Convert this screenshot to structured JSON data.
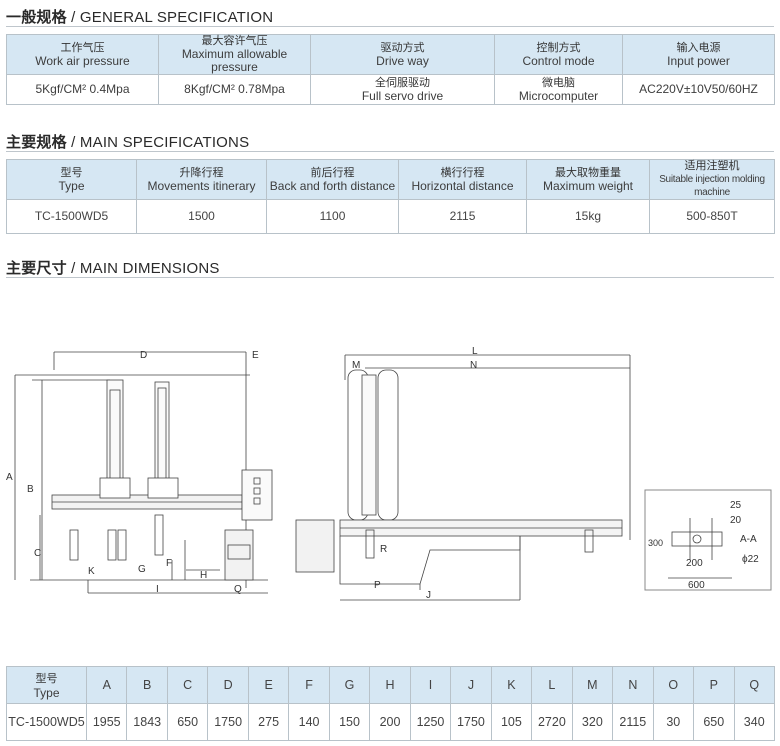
{
  "general": {
    "title_cn": "一般规格",
    "title_en": " / GENERAL SPECIFICATION",
    "headers": [
      {
        "cn": "工作气压",
        "en": "Work air pressure"
      },
      {
        "cn": "最大容许气压",
        "en": "Maximum allowable pressure"
      },
      {
        "cn": "驱动方式",
        "en": "Drive way"
      },
      {
        "cn": "控制方式",
        "en": "Control mode"
      },
      {
        "cn": "输入电源",
        "en": "Input power"
      }
    ],
    "values": [
      {
        "a": "5Kgf/CM² 0.4Mpa",
        "b": ""
      },
      {
        "a": "8Kgf/CM² 0.78Mpa",
        "b": ""
      },
      {
        "a": "全伺服驱动",
        "b": "Full servo drive"
      },
      {
        "a": "微电脑",
        "b": "Microcomputer"
      },
      {
        "a": "AC220V±10V50/60HZ",
        "b": ""
      }
    ]
  },
  "main_specs": {
    "title_cn": "主要规格",
    "title_en": " / MAIN SPECIFICATIONS",
    "headers": [
      {
        "cn": "型号",
        "en": "Type"
      },
      {
        "cn": "升降行程",
        "en": "Movements itinerary"
      },
      {
        "cn": "前后行程",
        "en": "Back and forth distance"
      },
      {
        "cn": "横行行程",
        "en": "Horizontal distance"
      },
      {
        "cn": "最大取物重量",
        "en": "Maximum weight"
      },
      {
        "cn": "适用注塑机",
        "en": "Suitable injection molding machine"
      }
    ],
    "row": [
      "TC-1500WD5",
      "1500",
      "1100",
      "2115",
      "15kg",
      "500-850T"
    ]
  },
  "dimensions": {
    "title_cn": "主要尺寸",
    "title_en": " / MAIN DIMENSIONS",
    "drawing_labels": {
      "side": [
        "D",
        "E",
        "A",
        "B",
        "C",
        "K",
        "G",
        "F",
        "H",
        "I",
        "Q"
      ],
      "front": [
        "L",
        "M",
        "N",
        "R",
        "P",
        "J"
      ],
      "detail": [
        "25",
        "20",
        "300",
        "200",
        "600",
        "A-A",
        "ϕ22"
      ]
    },
    "type_cn": "型号",
    "type_en": "Type",
    "columns": [
      "A",
      "B",
      "C",
      "D",
      "E",
      "F",
      "G",
      "H",
      "I",
      "J",
      "K",
      "L",
      "M",
      "N",
      "O",
      "P",
      "Q"
    ],
    "model": "TC-1500WD5",
    "values": [
      "1955",
      "1843",
      "650",
      "1750",
      "275",
      "140",
      "150",
      "200",
      "1250",
      "1750",
      "105",
      "2720",
      "320",
      "2115",
      "30",
      "650",
      "340"
    ]
  }
}
